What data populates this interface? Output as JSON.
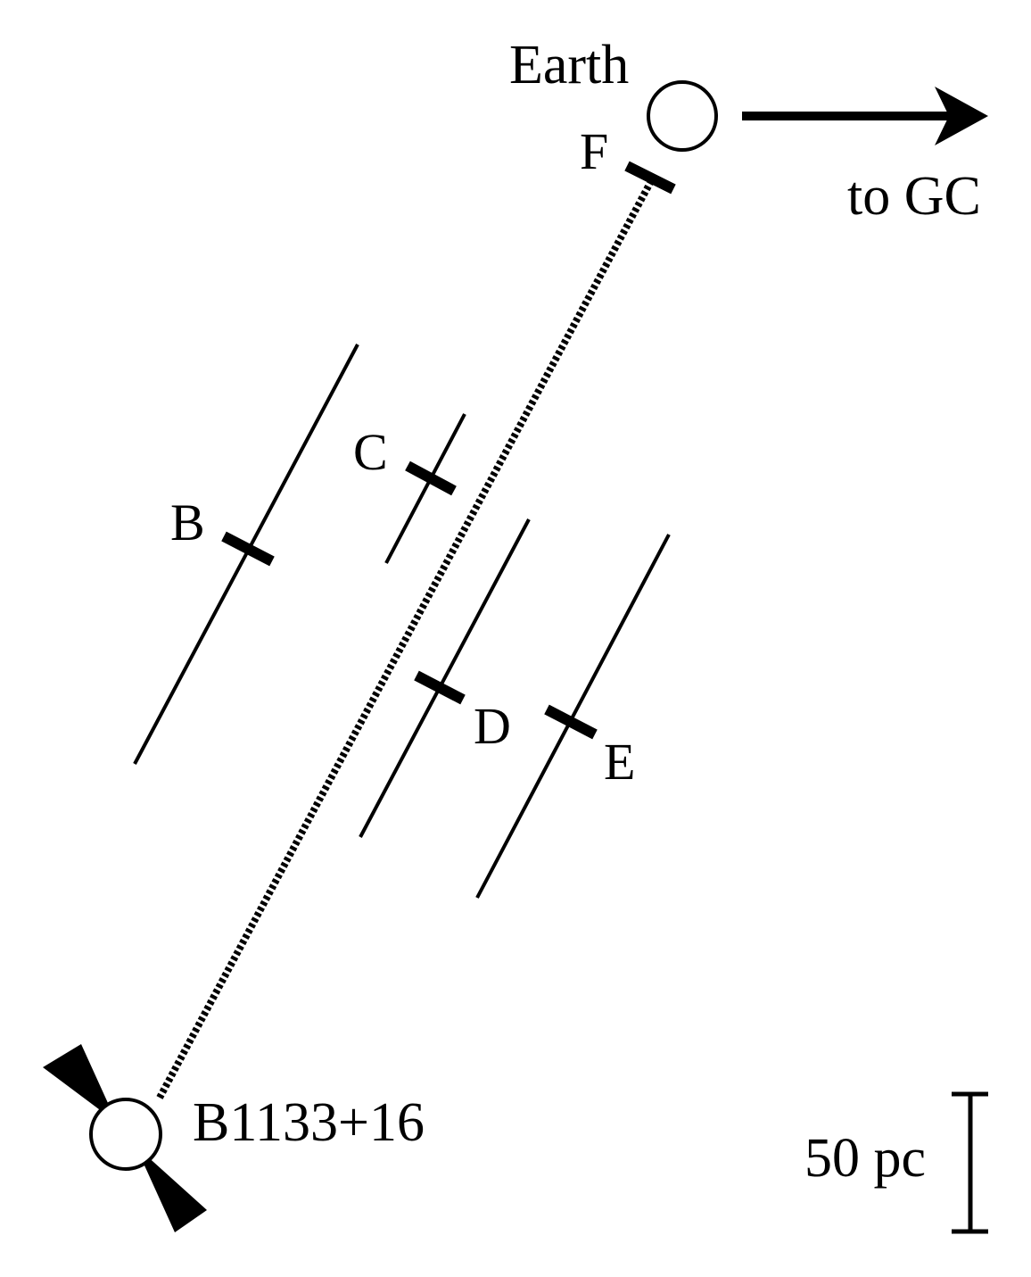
{
  "labels": {
    "earth": "Earth",
    "to_gc": "to GC",
    "pulsar": "B1133+16",
    "scale": "50 pc",
    "screen_b": "B",
    "screen_c": "C",
    "screen_d": "D",
    "screen_e": "E",
    "screen_f": "F"
  },
  "colors": {
    "ink": "#000000",
    "background": "#ffffff"
  }
}
